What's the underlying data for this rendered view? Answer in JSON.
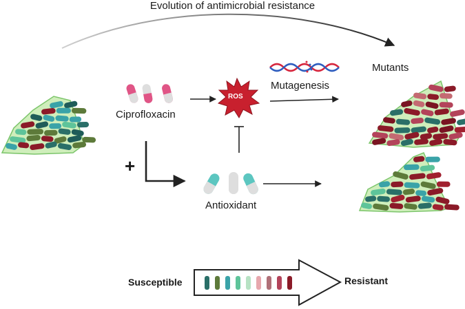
{
  "labels": {
    "title": "Evolution of antimicrobial resistance",
    "drug": "Ciprofloxacin",
    "ros": "ROS",
    "mutagenesis": "Mutagenesis",
    "mutants": "Mutants",
    "antioxidant": "Antioxidant",
    "plus": "+",
    "susceptible": "Susceptible",
    "resistant": "Resistant"
  },
  "colors": {
    "ros_fill": "#c8202e",
    "pill_pink": "#e05586",
    "pill_teal": "#5cc6c0",
    "arrow": "#222222",
    "colony_fill": "#cfeebb",
    "colony_stroke": "#7cc56b"
  },
  "gradient_swatches": [
    "#2a6f68",
    "#5d7a3a",
    "#3aa3a8",
    "#5ec49a",
    "#b7e2c4",
    "#e7a7ad",
    "#b07078",
    "#b3435a",
    "#8b1a28"
  ]
}
